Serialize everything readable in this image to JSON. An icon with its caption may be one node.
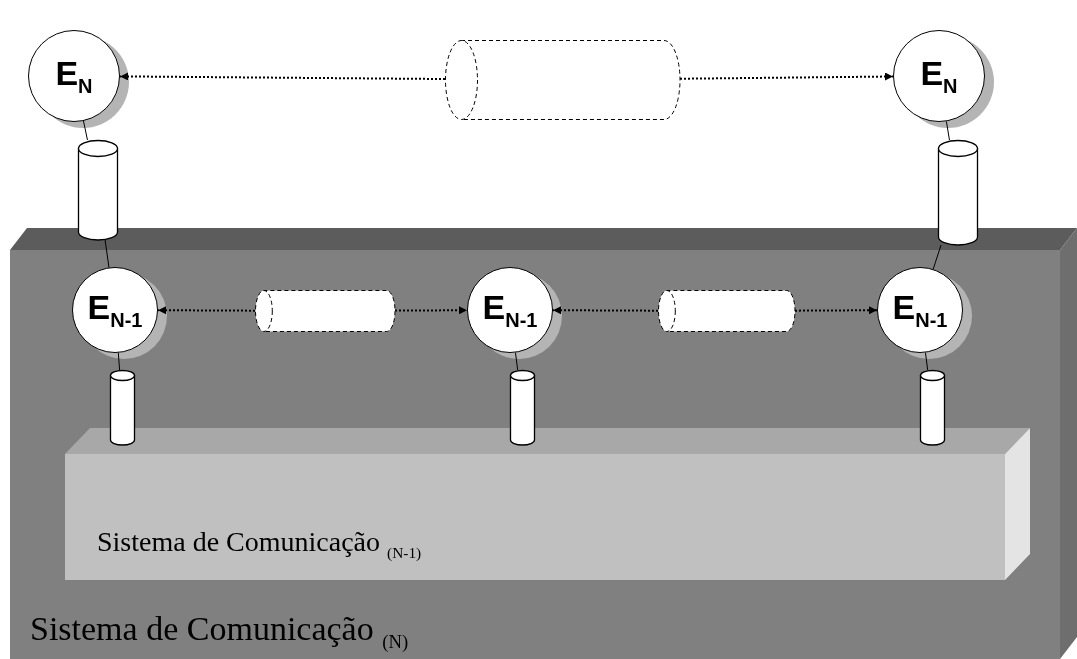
{
  "diagram": {
    "nodes": [
      {
        "text": [
          "E$_{N}$"
        ]
      },
      {
        "text": [],
        "shape": "cylinder"
      },
      {
        "text": [
          "E$_{N}$"
        ]
      },
      {
        "text": [],
        "shape": "cylinder"
      },
      {
        "text": [],
        "shape": "cylinder"
      },
      {
        "text": [
          "Sistema de Comunicação $_{(N)}$"
        ]
      },
      {
        "text": [
          "E$_{N-1}$"
        ],
        "in": 5
      },
      {
        "text": [],
        "shape": "cylinder",
        "in": 5
      },
      {
        "text": [
          "E$_{N-1}$"
        ],
        "in": 5
      },
      {
        "text": [],
        "shape": "cylinder",
        "in": 5
      },
      {
        "text": [
          "E$_{N-1}$"
        ],
        "in": 5
      },
      {
        "text": [],
        "shape": "cylinder",
        "in": 5
      },
      {
        "text": [],
        "shape": "cylinder",
        "in": 5
      },
      {
        "text": [],
        "shape": "cylinder",
        "in": 5
      },
      {
        "text": [
          "Sistema de Comunicação $_{(N-1)}$"
        ],
        "in": 5
      }
    ],
    "edges": [
      {
        "from": 1,
        "to": 0,
        "arrow": "to",
        "style": "dashed"
      },
      {
        "from": 1,
        "to": 2,
        "arrow": "to",
        "style": "dashed"
      },
      {
        "from": 0,
        "to": 3,
        "arrow": "none"
      },
      {
        "from": 3,
        "to": 6,
        "arrow": "none"
      },
      {
        "from": 2,
        "to": 4,
        "arrow": "none"
      },
      {
        "from": 4,
        "to": 10,
        "arrow": "none"
      },
      {
        "from": 7,
        "to": 6,
        "arrow": "to",
        "style": "dashed"
      },
      {
        "from": 7,
        "to": 8,
        "arrow": "to",
        "style": "dashed"
      },
      {
        "from": 9,
        "to": 8,
        "arrow": "to",
        "style": "dashed"
      },
      {
        "from": 9,
        "to": 10,
        "arrow": "to",
        "style": "dashed"
      },
      {
        "from": 6,
        "to": 11,
        "arrow": "none"
      },
      {
        "from": 8,
        "to": 12,
        "arrow": "none"
      },
      {
        "from": 10,
        "to": 13,
        "arrow": "none"
      }
    ]
  }
}
